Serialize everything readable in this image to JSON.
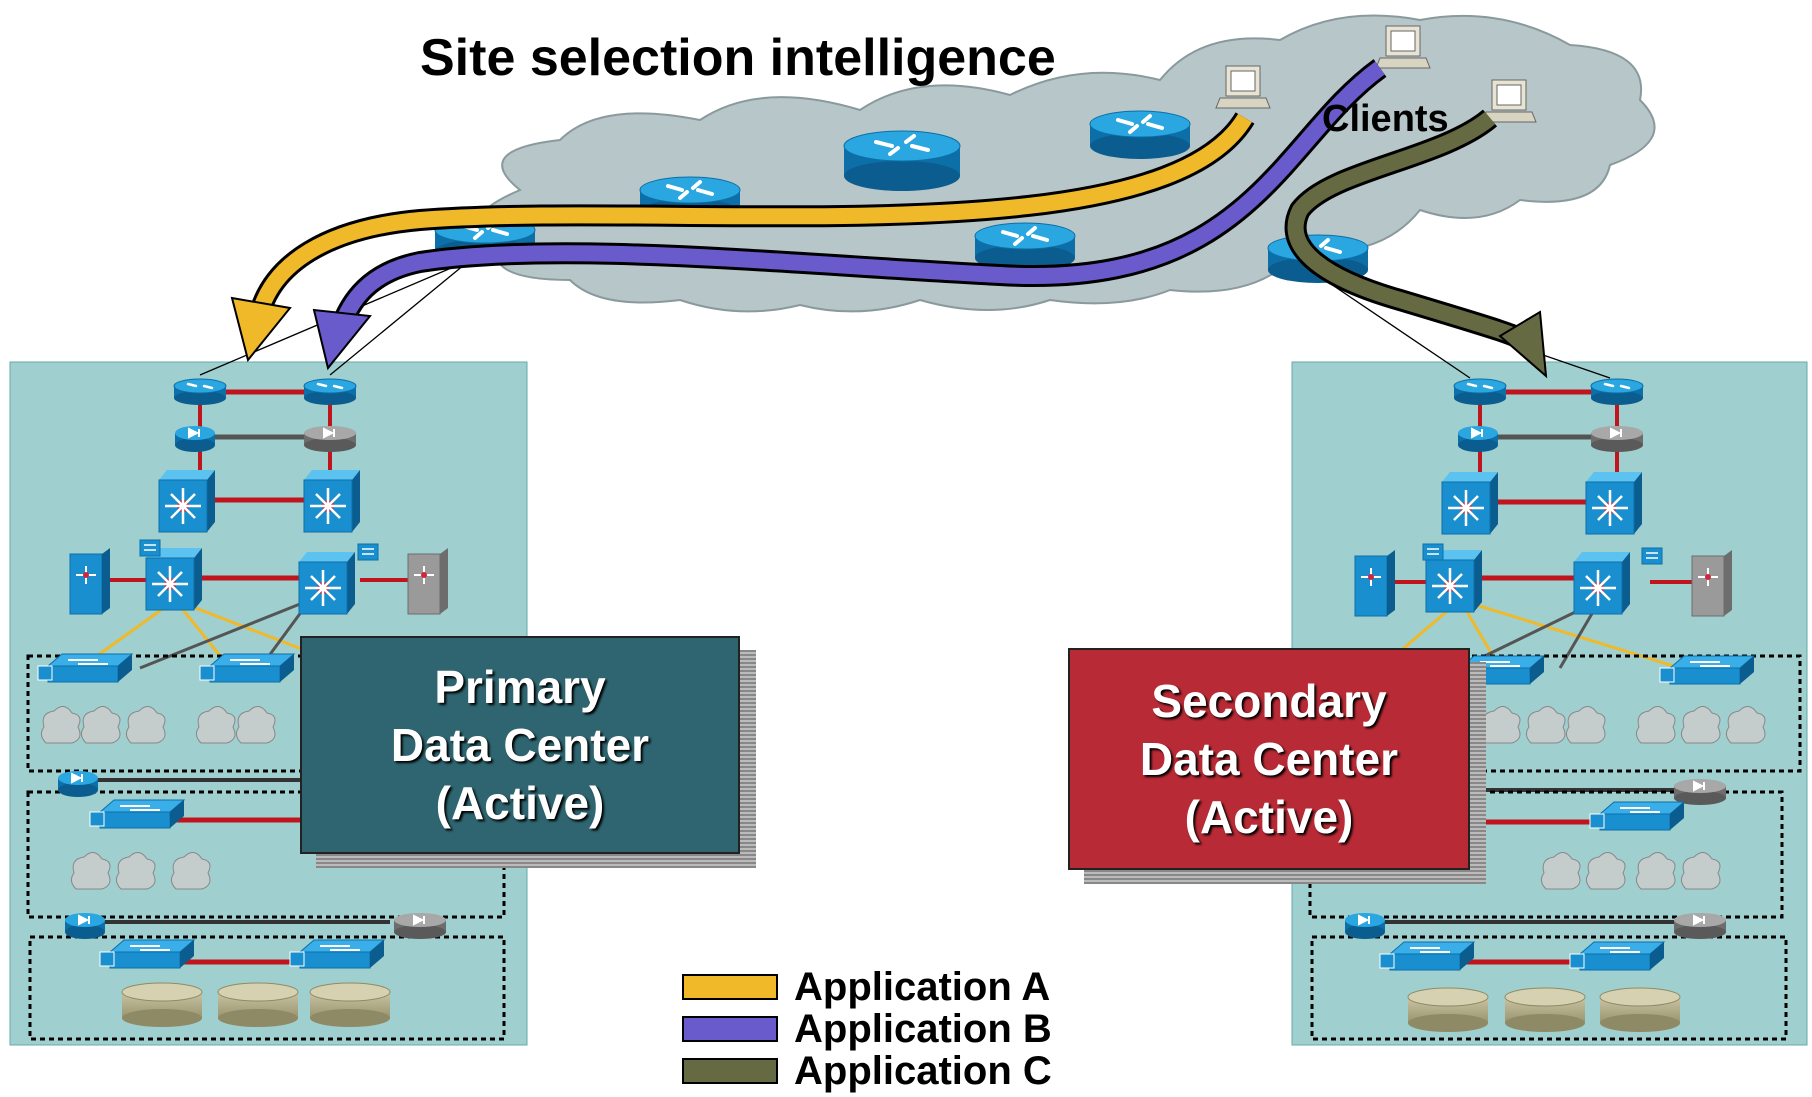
{
  "title": "Site selection intelligence",
  "clients_label": "Clients",
  "primary": {
    "line1": "Primary",
    "line2": "Data Center",
    "line3": "(Active)",
    "color": "#2e6570"
  },
  "secondary": {
    "line1": "Secondary",
    "line2": "Data Center",
    "line3": "(Active)",
    "color": "#b82a35"
  },
  "legend": [
    {
      "label": "Application A",
      "color": "#f0b92a"
    },
    {
      "label": "Application B",
      "color": "#6a5bcc"
    },
    {
      "label": "Application C",
      "color": "#666a42"
    }
  ],
  "colors": {
    "cloud": "#b7c6c8",
    "dc_background": "#9fcfcf",
    "device_blue": "#1a8fd0",
    "link_red": "#c0151c",
    "device_gray": "#888888"
  }
}
